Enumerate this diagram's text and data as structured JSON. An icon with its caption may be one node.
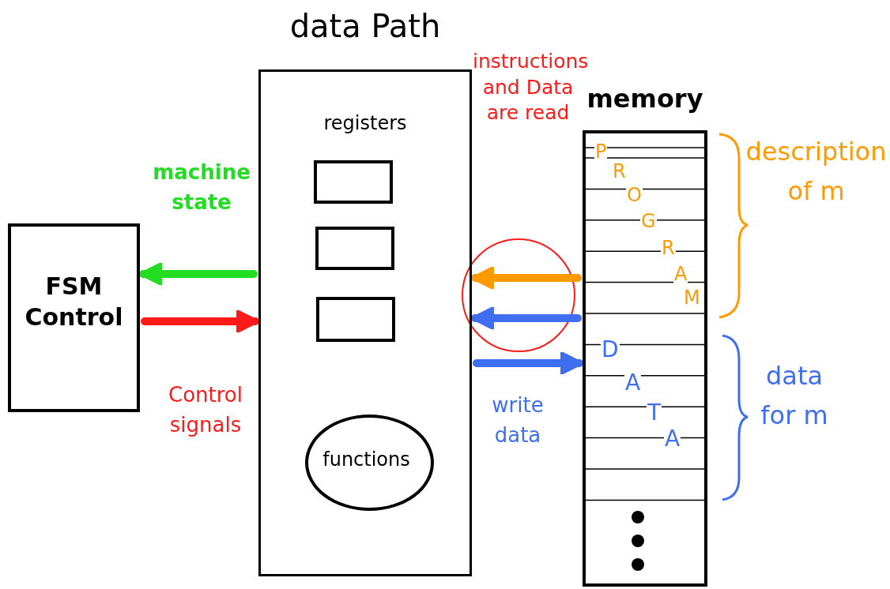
{
  "diagram": {
    "nodes": [
      {
        "text": [
          "FSM Control"
        ]
      },
      {
        "text": [
          "data Path",
          "registers"
        ]
      },
      {
        "text": [],
        "shape": "box",
        "in": 1
      },
      {
        "text": [],
        "shape": "box",
        "in": 1
      },
      {
        "text": [],
        "shape": "box",
        "in": 1
      },
      {
        "text": [
          "functions"
        ],
        "in": 1
      },
      {
        "text": [
          "memory"
        ]
      }
    ],
    "edges": [
      {
        "from": 1,
        "to": 0,
        "arrow": "to",
        "label": "machine state",
        "color": "#22dd22"
      },
      {
        "from": 0,
        "to": 1,
        "arrow": "to",
        "label": "Control signals",
        "color": "#ff1a1a"
      },
      {
        "from": 6,
        "to": 1,
        "arrow": "to",
        "color": "#ff9a00"
      },
      {
        "from": 6,
        "to": 1,
        "arrow": "to",
        "color": "#3f6ff0"
      },
      {
        "from": 1,
        "to": 6,
        "arrow": "to",
        "label": "write data",
        "color": "#3f6ff0"
      }
    ],
    "labels": [
      "instructions and Data are read",
      "PROGRAM",
      "description of m",
      "DATA",
      "data for m"
    ]
  }
}
